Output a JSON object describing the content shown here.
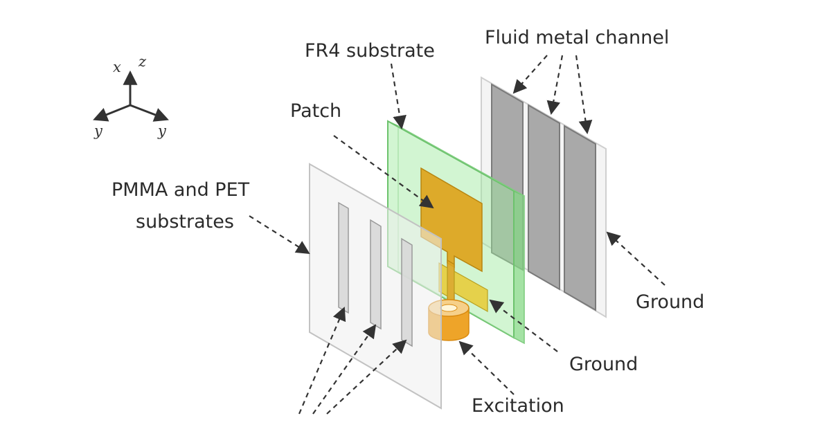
{
  "labels": {
    "fluid_channel": "Fluid metal channel",
    "fr4": "FR4 substrate",
    "patch": "Patch",
    "pmma_line1": "PMMA and PET",
    "pmma_line2": "substrates",
    "ground_right": "Ground",
    "ground_feed": "Ground",
    "excitation": "Excitation"
  },
  "axes": {
    "x": "x",
    "z": "z",
    "y_left": "y",
    "y_right": "y"
  },
  "colors": {
    "fr4_substrate": "#9be89b",
    "patch": "#dda521",
    "feed_ground": "#e7cd3c",
    "connector": "#ec9a12",
    "fluid_channel": "#a9a9a9",
    "plastic_sheet": "#eeeeee",
    "arrow": "#333333"
  }
}
